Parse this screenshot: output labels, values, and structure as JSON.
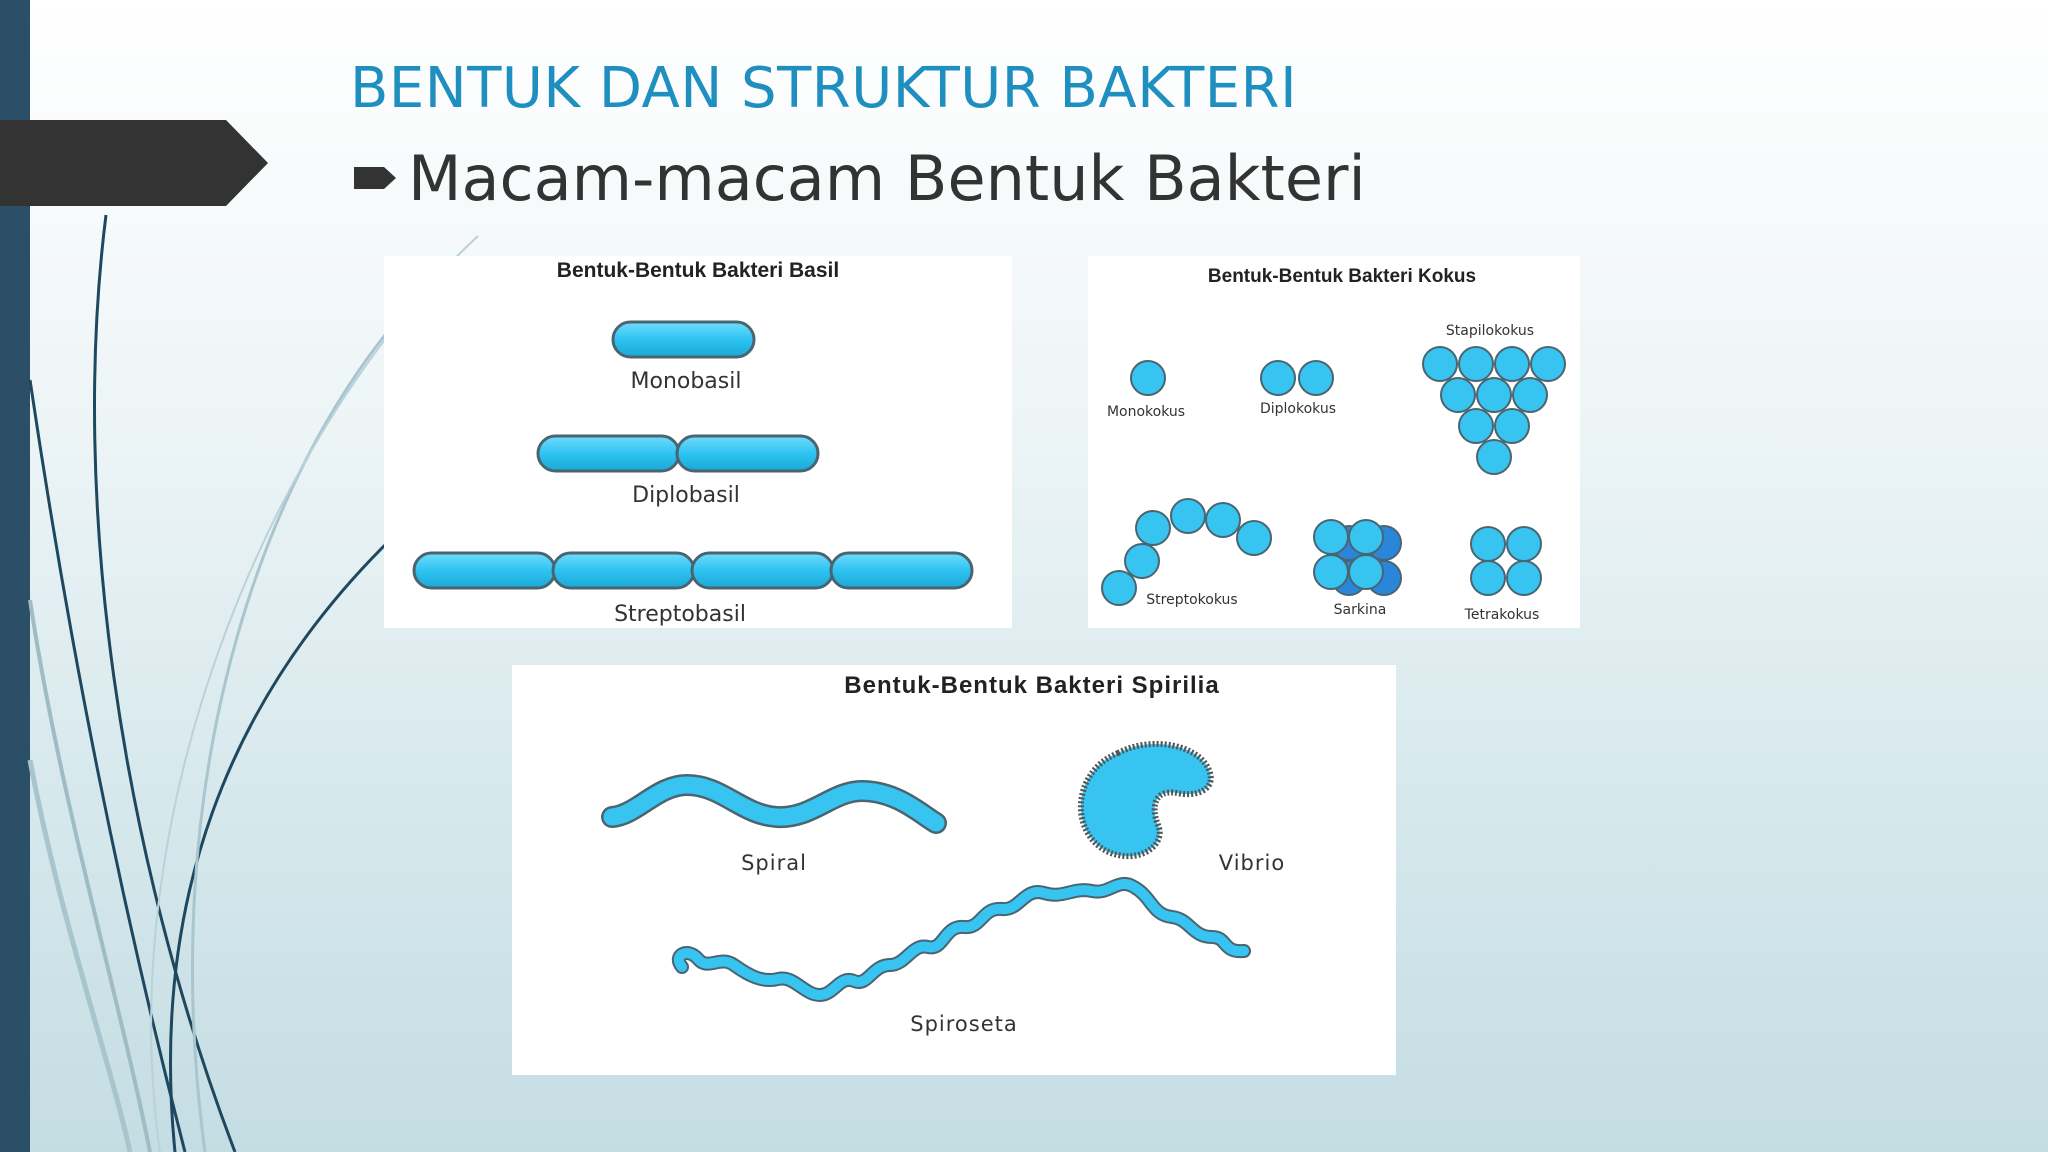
{
  "slide": {
    "title": "BENTUK DAN STRUKTUR BAKTERI",
    "bullet": "Macam-macam Bentuk Bakteri"
  },
  "basil": {
    "title": "Bentuk-Bentuk Bakteri Basil",
    "labels": [
      "Monobasil",
      "Diplobasil",
      "Streptobasil"
    ]
  },
  "kokus": {
    "title": "Bentuk-Bentuk Bakteri Kokus",
    "labels": {
      "monokokus": "Monokokus",
      "diplokokus": "Diplokokus",
      "stapilokokus": "Stapilokokus",
      "streptokokus": "Streptokokus",
      "sarkina": "Sarkina",
      "tetrakokus": "Tetrakokus"
    }
  },
  "spirilia": {
    "title": "Bentuk-Bentuk Bakteri Spirilia",
    "labels": {
      "spiral": "Spiral",
      "vibrio": "Vibrio",
      "spiroseta": "Spiroseta"
    }
  },
  "colors": {
    "accent": "#1f8fc0",
    "cell_fill": "#38c4f0",
    "cell_stroke": "#4a6470",
    "sidebar": "#2b4f66",
    "arrow_tab": "#333333"
  }
}
